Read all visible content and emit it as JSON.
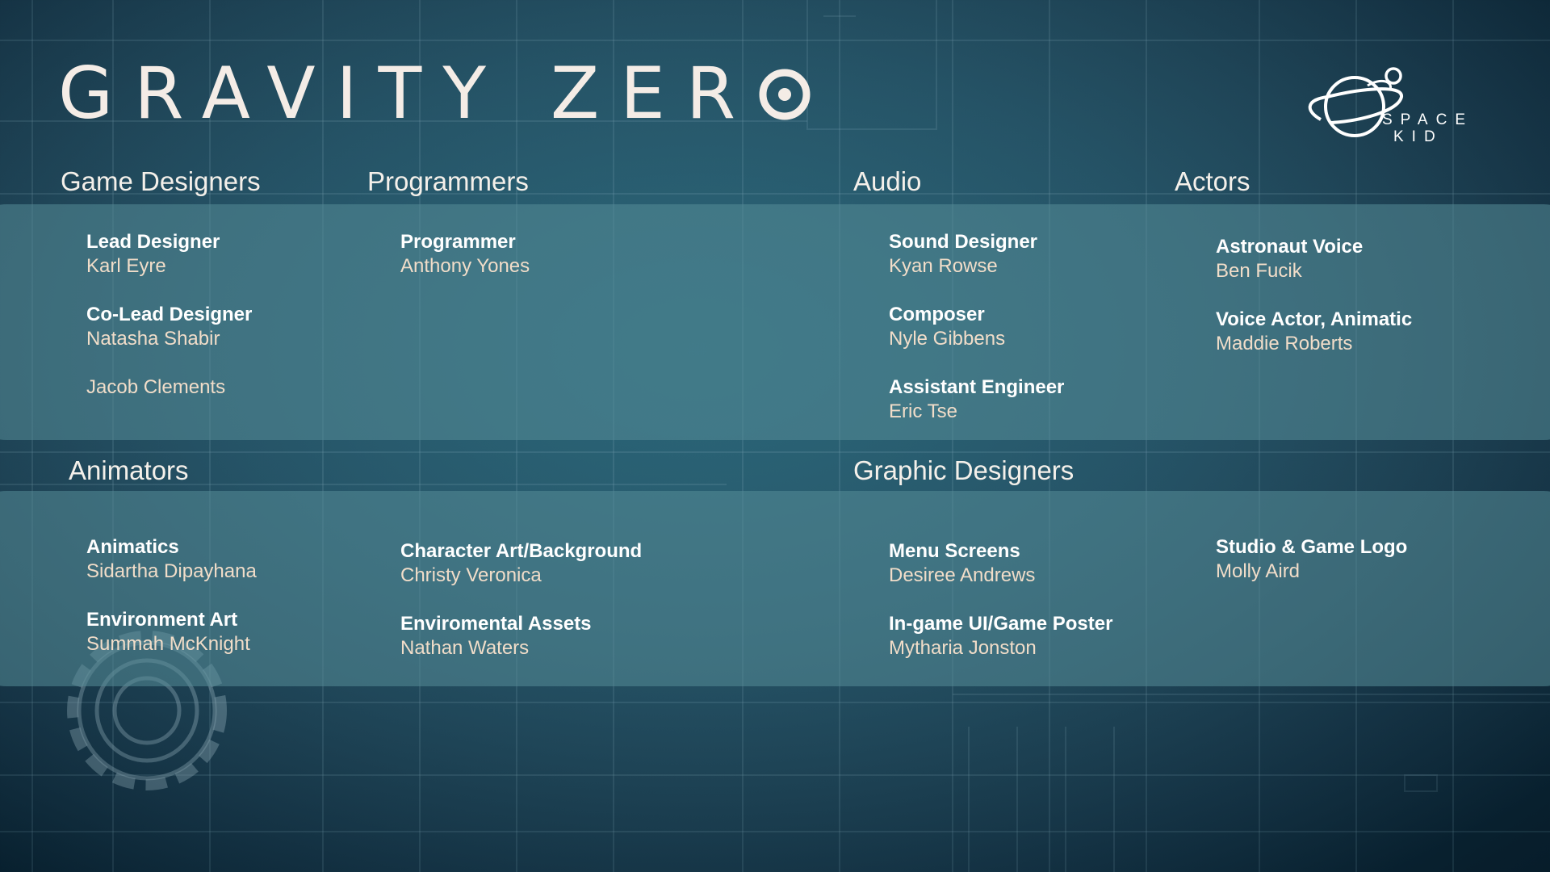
{
  "title": "GRAVITY ZER",
  "logo": {
    "line1": "SPACE",
    "line2": "KID"
  },
  "colors": {
    "accent": "#f1ddc9",
    "title": "#f4ece6",
    "band": "#568d98"
  },
  "sections": {
    "game_designers": {
      "heading": "Game Designers",
      "entries": [
        {
          "role": "Lead Designer",
          "name": "Karl Eyre"
        },
        {
          "role": "Co-Lead Designer",
          "name": "Natasha Shabir"
        },
        {
          "role": "",
          "name": "Jacob Clements"
        }
      ]
    },
    "programmers": {
      "heading": "Programmers",
      "entries": [
        {
          "role": "Programmer",
          "name": "Anthony Yones"
        }
      ]
    },
    "audio": {
      "heading": "Audio",
      "entries": [
        {
          "role": "Sound Designer",
          "name": "Kyan Rowse"
        },
        {
          "role": "Composer",
          "name": "Nyle Gibbens"
        },
        {
          "role": "Assistant Engineer",
          "name": "Eric Tse"
        }
      ]
    },
    "actors": {
      "heading": "Actors",
      "entries": [
        {
          "role": "Astronaut Voice",
          "name": "Ben Fucik"
        },
        {
          "role": "Voice Actor, Animatic",
          "name": "Maddie Roberts"
        }
      ]
    },
    "animators": {
      "heading": "Animators",
      "entries": [
        {
          "role": "Animatics",
          "name": "Sidartha Dipayhana"
        },
        {
          "role": "Environment Art",
          "name": "Summah McKnight"
        },
        {
          "role": "Character Art/Background",
          "name": "Christy Veronica"
        },
        {
          "role": "Enviromental Assets",
          "name": "Nathan Waters"
        }
      ]
    },
    "graphic_designers": {
      "heading": "Graphic Designers",
      "entries": [
        {
          "role": "Menu Screens",
          "name": "Desiree Andrews"
        },
        {
          "role": "In-game UI/Game Poster",
          "name": "Mytharia Jonston"
        },
        {
          "role": "Studio & Game Logo",
          "name": "Molly Aird"
        }
      ]
    }
  }
}
